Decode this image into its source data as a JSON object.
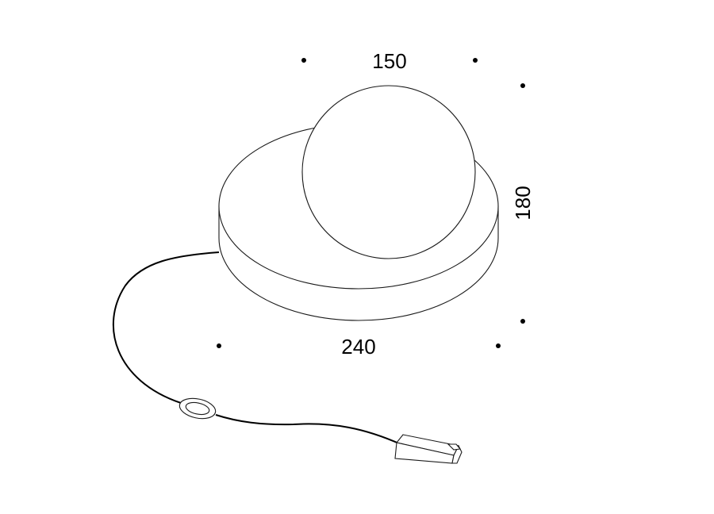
{
  "dimensions": {
    "width_label": "150",
    "height_label": "180",
    "base_label": "240"
  },
  "colors": {
    "stroke": "#1a1a1a",
    "cable": "#000000",
    "background": "#ffffff"
  }
}
